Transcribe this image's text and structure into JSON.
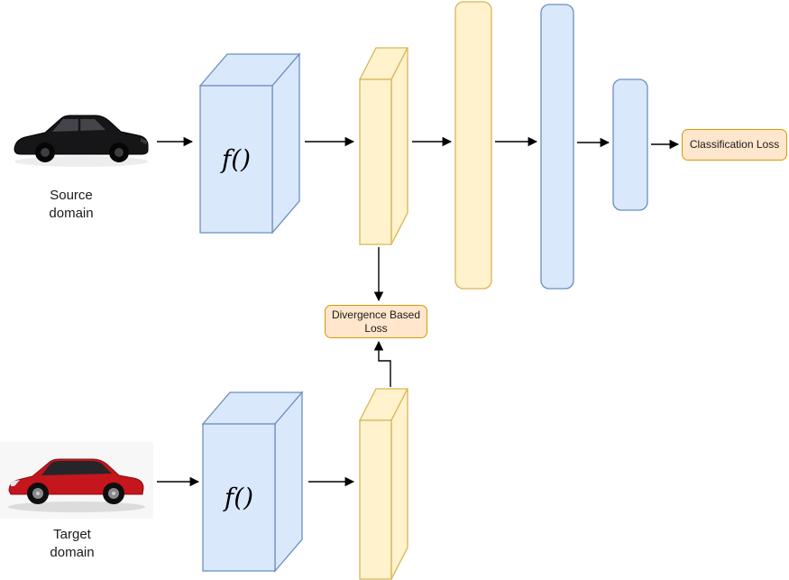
{
  "nodes": {
    "source_domain_label": "Source domain",
    "target_domain_label": "Target domain",
    "source_feature_extractor_label": "f()",
    "target_feature_extractor_label": "f()",
    "divergence_loss_label": "Divergence Based Loss",
    "classification_loss_label": "Classification Loss"
  },
  "icons": {
    "source_image": "black-car-photo",
    "target_image": "red-car-photo"
  },
  "colors": {
    "blue_fill": "#dae8fc",
    "blue_stroke": "#6c8ebf",
    "yellow_fill": "#fff2cc",
    "yellow_stroke": "#d6b656",
    "peach_fill": "#ffe6cc",
    "peach_stroke": "#d79b00",
    "arrow_color": "#000000",
    "background": "#ffffff"
  }
}
